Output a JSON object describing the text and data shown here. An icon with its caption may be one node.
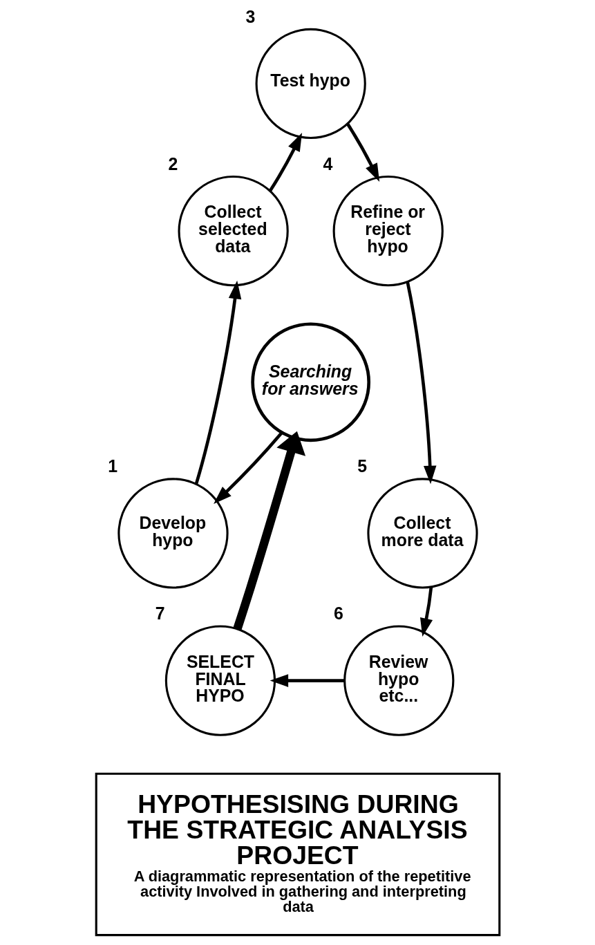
{
  "diagram": {
    "nodes": [
      {
        "text": [
          "Develop hypo"
        ],
        "beside": [
          "1"
        ]
      },
      {
        "text": [
          "Collect selected data"
        ],
        "beside": [
          "2"
        ]
      },
      {
        "text": [
          "Test hypo"
        ],
        "beside": [
          "3"
        ]
      },
      {
        "text": [
          "Refine or reject hypo"
        ],
        "beside": [
          "4"
        ]
      },
      {
        "text": [
          "Collect more data"
        ],
        "beside": [
          "5"
        ]
      },
      {
        "text": [
          "Review hypo etc..."
        ],
        "beside": [
          "6"
        ]
      },
      {
        "text": [
          "SELECT FINAL HYPO"
        ],
        "beside": [
          "7"
        ]
      },
      {
        "text": [
          "Searching for answers"
        ]
      },
      {
        "text": [
          "HYPOTHESISING DURING THE STRATEGIC ANALYSIS PROJECT",
          "A diagrammatic representation of the repetitive activity Involved in gathering and interpreting data"
        ]
      }
    ],
    "edges": [
      {
        "from": 0,
        "to": 1,
        "arrow": "to"
      },
      {
        "from": 1,
        "to": 2,
        "arrow": "to"
      },
      {
        "from": 2,
        "to": 3,
        "arrow": "to"
      },
      {
        "from": 3,
        "to": 4,
        "arrow": "to"
      },
      {
        "from": 4,
        "to": 5,
        "arrow": "to"
      },
      {
        "from": 5,
        "to": 6,
        "arrow": "to"
      },
      {
        "from": 6,
        "to": 7,
        "arrow": "to",
        "style": "thick"
      },
      {
        "from": 7,
        "to": 0,
        "arrow": "to"
      }
    ]
  }
}
